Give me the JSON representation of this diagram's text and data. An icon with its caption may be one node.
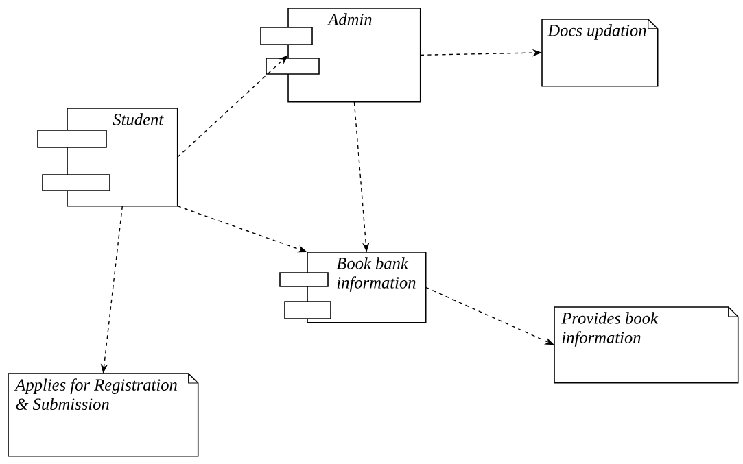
{
  "diagram": {
    "nodes": [
      {
        "text": [
          "Admin"
        ]
      },
      {
        "text": [
          "Docs updation"
        ]
      },
      {
        "text": [
          "Student"
        ]
      },
      {
        "text": [
          "Book bank information"
        ]
      },
      {
        "text": [
          "Provides book information"
        ]
      },
      {
        "text": [
          "Applies for Registration & Submission"
        ]
      }
    ],
    "edges": [
      {
        "from": 2,
        "to": 0,
        "arrow": "to",
        "style": "dashed"
      },
      {
        "from": 0,
        "to": 1,
        "arrow": "to",
        "style": "dashed"
      },
      {
        "from": 0,
        "to": 3,
        "arrow": "to",
        "style": "dashed"
      },
      {
        "from": 2,
        "to": 3,
        "arrow": "to",
        "style": "dashed"
      },
      {
        "from": 3,
        "to": 4,
        "arrow": "to",
        "style": "dashed"
      },
      {
        "from": 2,
        "to": 5,
        "arrow": "to",
        "style": "dashed"
      }
    ]
  }
}
